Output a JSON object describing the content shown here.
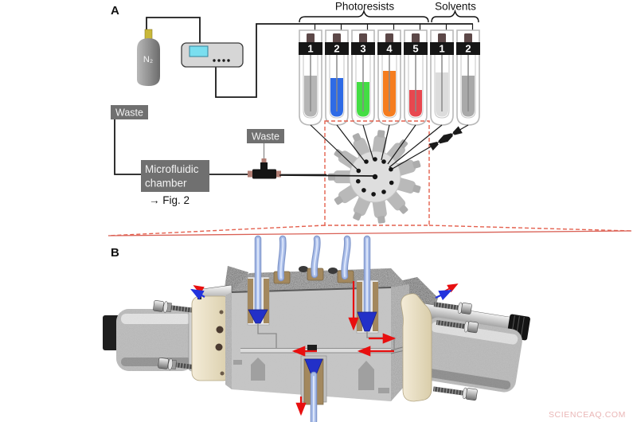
{
  "watermark": "SCIENCEAQ.COM",
  "panel_a": {
    "label": "A",
    "gas_cylinder_label": "N₂",
    "photoresists_header": "Photoresists",
    "solvents_header": "Solvents",
    "photoresist_vials": [
      {
        "number": "1",
        "color": "#b5b5b5"
      },
      {
        "number": "2",
        "color": "#2e6be6"
      },
      {
        "number": "3",
        "color": "#44dd44"
      },
      {
        "number": "4",
        "color": "#f57d1f"
      },
      {
        "number": "5",
        "color": "#e8474f"
      }
    ],
    "solvent_vials": [
      {
        "number": "1",
        "color": "#dcdcdc"
      },
      {
        "number": "2",
        "color": "#a9a9a9"
      }
    ],
    "waste_labels": [
      "Waste",
      "Waste"
    ],
    "chamber_line1": "Microfluidic",
    "chamber_line2": "chamber",
    "fig_ref": "→ Fig. 2"
  },
  "panel_b": {
    "label": "B"
  },
  "colors": {
    "dashed_red": "#e4604e",
    "arrow_red": "#e80f0f",
    "tube_blue": "#a8bce8",
    "funnel_blue": "#2230c8",
    "fitting_tan": "#a3885e",
    "bracket_beige": "#eae0c6",
    "label_box_black": "#161616",
    "waste_gray": "#707070",
    "screen_cyan": "#7adeef"
  }
}
